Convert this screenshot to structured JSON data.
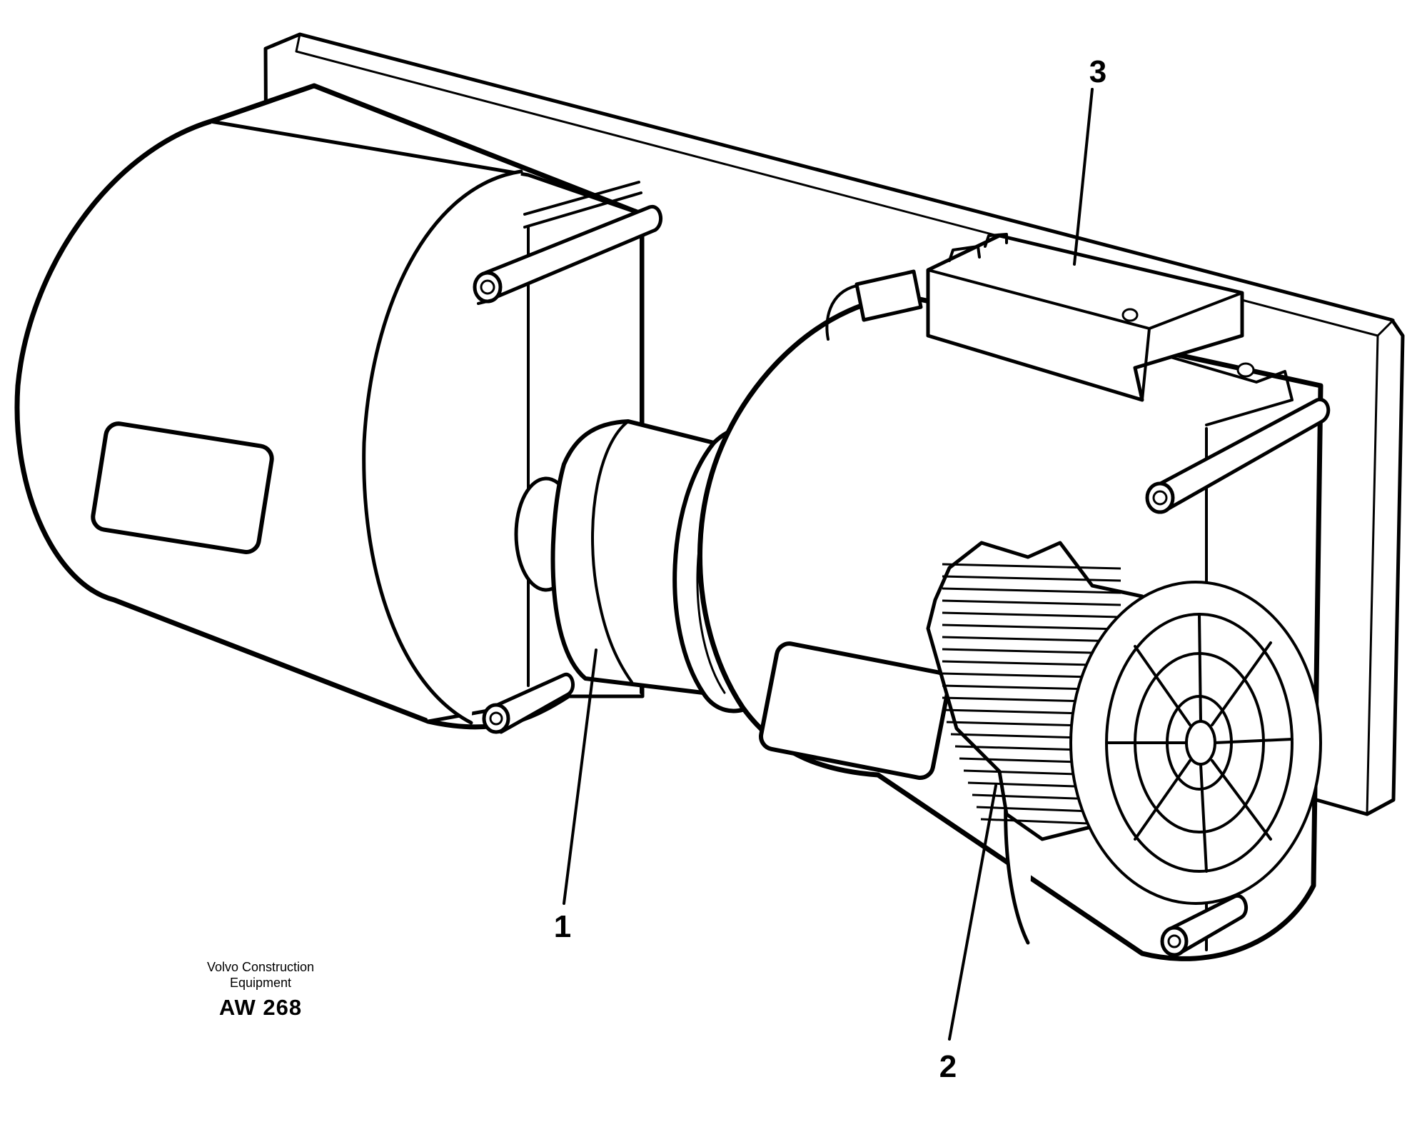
{
  "figure": {
    "callouts": [
      {
        "id": "1",
        "label": "1"
      },
      {
        "id": "2",
        "label": "2"
      },
      {
        "id": "3",
        "label": "3"
      }
    ],
    "caption": {
      "line1": "Volvo Construction",
      "line2": "Equipment",
      "code": "AW 268"
    }
  },
  "colors": {
    "ink": "#000000",
    "paper": "#ffffff"
  }
}
